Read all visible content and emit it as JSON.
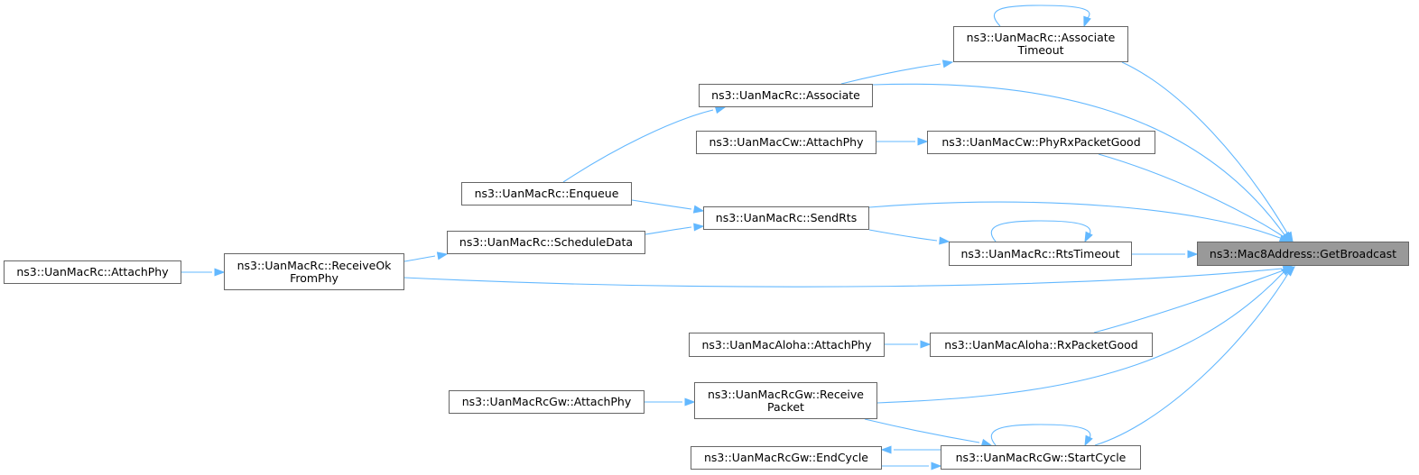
{
  "diagram": {
    "edge_color": "#63b8ff",
    "root_fill": "#999999",
    "node_border": "#666666",
    "nodes": [
      {
        "id": "root",
        "lines": [
          "ns3::Mac8Address::GetBroadcast"
        ]
      },
      {
        "id": "assoc_timeout",
        "lines": [
          "ns3::UanMacRc::Associate",
          "Timeout"
        ]
      },
      {
        "id": "associate",
        "lines": [
          "ns3::UanMacRc::Associate"
        ]
      },
      {
        "id": "cw_attachphy",
        "lines": [
          "ns3::UanMacCw::AttachPhy"
        ]
      },
      {
        "id": "cw_phyrx",
        "lines": [
          "ns3::UanMacCw::PhyRxPacketGood"
        ]
      },
      {
        "id": "enqueue",
        "lines": [
          "ns3::UanMacRc::Enqueue"
        ]
      },
      {
        "id": "sendrts",
        "lines": [
          "ns3::UanMacRc::SendRts"
        ]
      },
      {
        "id": "scheduledata",
        "lines": [
          "ns3::UanMacRc::ScheduleData"
        ]
      },
      {
        "id": "rtstimeout",
        "lines": [
          "ns3::UanMacRc::RtsTimeout"
        ]
      },
      {
        "id": "rc_attachphy",
        "lines": [
          "ns3::UanMacRc::AttachPhy"
        ]
      },
      {
        "id": "receiveok",
        "lines": [
          "ns3::UanMacRc::ReceiveOk",
          "FromPhy"
        ]
      },
      {
        "id": "aloha_attachphy",
        "lines": [
          "ns3::UanMacAloha::AttachPhy"
        ]
      },
      {
        "id": "aloha_rx",
        "lines": [
          "ns3::UanMacAloha::RxPacketGood"
        ]
      },
      {
        "id": "gw_attachphy",
        "lines": [
          "ns3::UanMacRcGw::AttachPhy"
        ]
      },
      {
        "id": "gw_receive",
        "lines": [
          "ns3::UanMacRcGw::Receive",
          "Packet"
        ]
      },
      {
        "id": "gw_endcycle",
        "lines": [
          "ns3::UanMacRcGw::EndCycle"
        ]
      },
      {
        "id": "gw_startcycle",
        "lines": [
          "ns3::UanMacRcGw::StartCycle"
        ]
      }
    ],
    "edges": [
      {
        "from": "assoc_timeout",
        "to": "assoc_timeout"
      },
      {
        "from": "assoc_timeout",
        "to": "root"
      },
      {
        "from": "associate",
        "to": "assoc_timeout"
      },
      {
        "from": "associate",
        "to": "root"
      },
      {
        "from": "cw_attachphy",
        "to": "cw_phyrx"
      },
      {
        "from": "cw_phyrx",
        "to": "root"
      },
      {
        "from": "enqueue",
        "to": "associate"
      },
      {
        "from": "enqueue",
        "to": "sendrts"
      },
      {
        "from": "sendrts",
        "to": "root"
      },
      {
        "from": "sendrts",
        "to": "rtstimeout"
      },
      {
        "from": "scheduledata",
        "to": "sendrts"
      },
      {
        "from": "rtstimeout",
        "to": "rtstimeout"
      },
      {
        "from": "rtstimeout",
        "to": "root"
      },
      {
        "from": "rc_attachphy",
        "to": "receiveok"
      },
      {
        "from": "receiveok",
        "to": "scheduledata"
      },
      {
        "from": "receiveok",
        "to": "root"
      },
      {
        "from": "aloha_attachphy",
        "to": "aloha_rx"
      },
      {
        "from": "aloha_rx",
        "to": "root"
      },
      {
        "from": "gw_attachphy",
        "to": "gw_receive"
      },
      {
        "from": "gw_receive",
        "to": "root"
      },
      {
        "from": "gw_receive",
        "to": "gw_startcycle"
      },
      {
        "from": "gw_startcycle",
        "to": "gw_startcycle"
      },
      {
        "from": "gw_startcycle",
        "to": "root"
      },
      {
        "from": "gw_startcycle",
        "to": "gw_endcycle"
      },
      {
        "from": "gw_endcycle",
        "to": "gw_startcycle"
      }
    ]
  }
}
